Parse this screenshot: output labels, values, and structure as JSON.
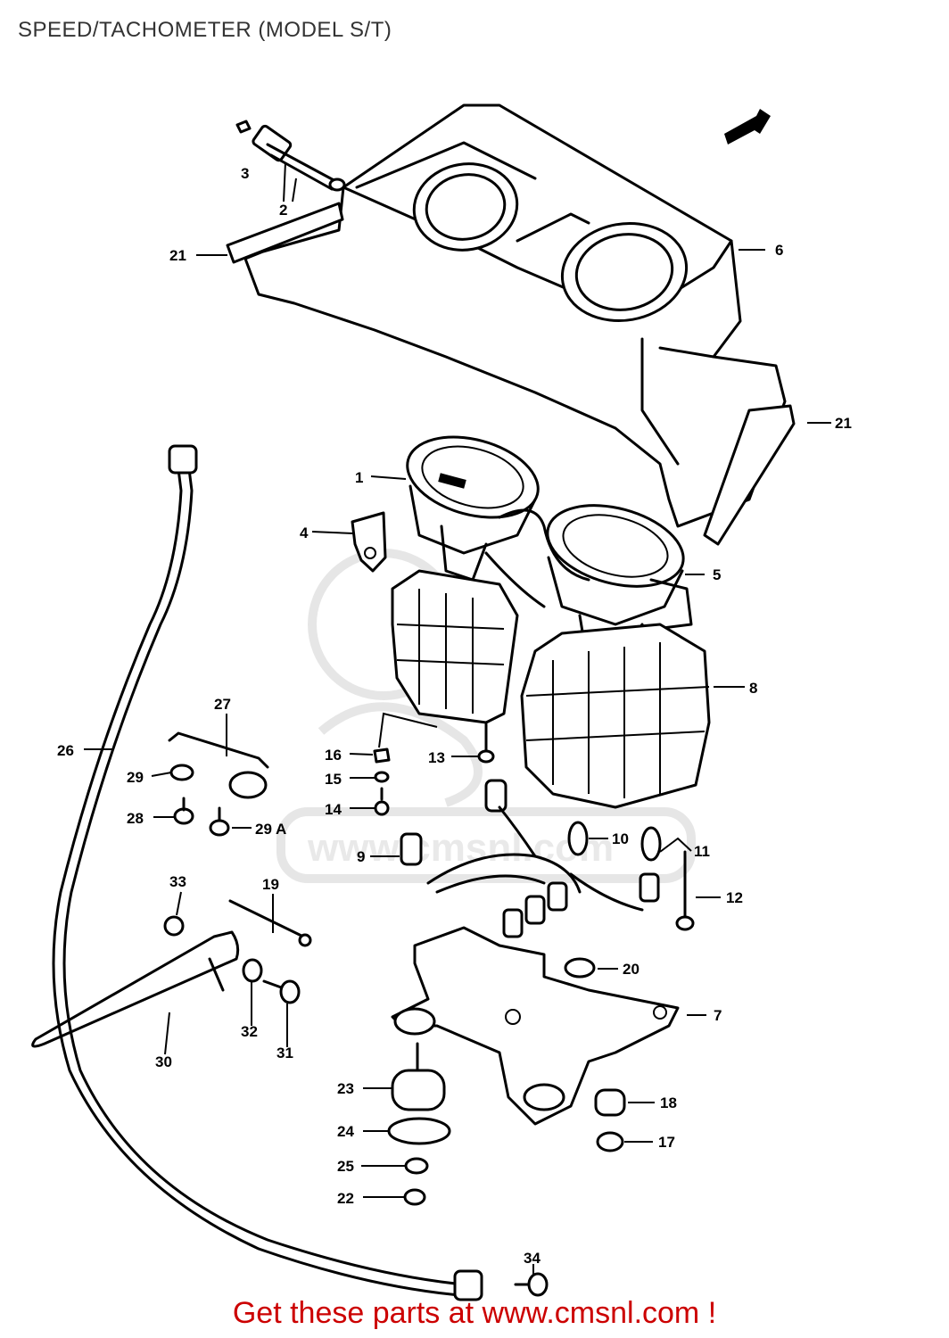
{
  "page": {
    "title": "SPEED/TACHOMETER (MODEL S/T)",
    "footer": "Get these parts at www.cmsnl.com !",
    "footer_color": "#cc0000"
  },
  "watermark": {
    "text": "www.cmsnl.com",
    "color": "#e6e6e6"
  },
  "callouts": [
    {
      "id": "1",
      "label": "1"
    },
    {
      "id": "2",
      "label": "2"
    },
    {
      "id": "3",
      "label": "3"
    },
    {
      "id": "4",
      "label": "4"
    },
    {
      "id": "5",
      "label": "5"
    },
    {
      "id": "6",
      "label": "6"
    },
    {
      "id": "7",
      "label": "7"
    },
    {
      "id": "8",
      "label": "8"
    },
    {
      "id": "9",
      "label": "9"
    },
    {
      "id": "10",
      "label": "10"
    },
    {
      "id": "11",
      "label": "11"
    },
    {
      "id": "12",
      "label": "12"
    },
    {
      "id": "13",
      "label": "13"
    },
    {
      "id": "14",
      "label": "14"
    },
    {
      "id": "15",
      "label": "15"
    },
    {
      "id": "16",
      "label": "16"
    },
    {
      "id": "17",
      "label": "17"
    },
    {
      "id": "18",
      "label": "18"
    },
    {
      "id": "19",
      "label": "19"
    },
    {
      "id": "20",
      "label": "20"
    },
    {
      "id": "21a",
      "label": "21"
    },
    {
      "id": "21b",
      "label": "21"
    },
    {
      "id": "22",
      "label": "22"
    },
    {
      "id": "23",
      "label": "23"
    },
    {
      "id": "24",
      "label": "24"
    },
    {
      "id": "25",
      "label": "25"
    },
    {
      "id": "26",
      "label": "26"
    },
    {
      "id": "27",
      "label": "27"
    },
    {
      "id": "28",
      "label": "28"
    },
    {
      "id": "29",
      "label": "29"
    },
    {
      "id": "29a",
      "label": "29 A"
    },
    {
      "id": "30",
      "label": "30"
    },
    {
      "id": "31",
      "label": "31"
    },
    {
      "id": "32",
      "label": "32"
    },
    {
      "id": "33",
      "label": "33"
    },
    {
      "id": "34",
      "label": "34"
    }
  ]
}
